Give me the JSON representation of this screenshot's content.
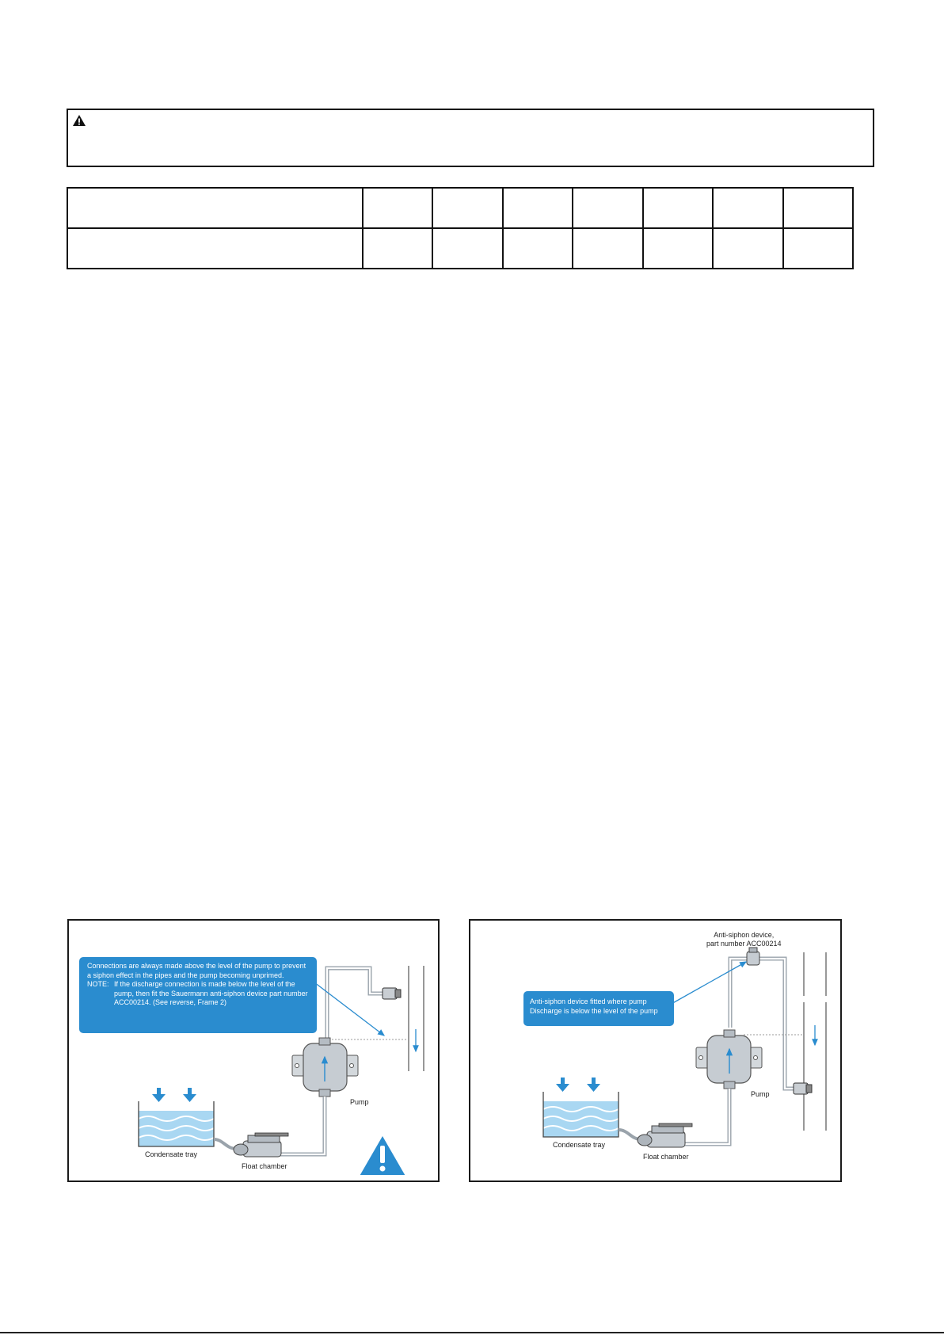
{
  "figures": {
    "left": {
      "callout_main": "Connections are always made above the level of the pump to prevent a siphon effect in the pipes and the pump becoming unprimed.",
      "callout_note_key": "NOTE:",
      "callout_note_text": "If the discharge connection is made below the level of the pump, then fit the Sauermann anti-siphon device part number ACC00214. (See reverse, Frame 2)",
      "label_pump": "Pump",
      "label_tray": "Condensate tray",
      "label_float": "Float chamber",
      "warning_icon": "exclamation-triangle-icon",
      "accent_color": "#2a8ccf"
    },
    "right": {
      "callout": "Anti-siphon device fitted where pump Discharge is below the level of the pump",
      "label_device_line1": "Anti-siphon device,",
      "label_device_line2": "part number ACC00214",
      "label_pump": "Pump",
      "label_tray": "Condensate tray",
      "label_float": "Float chamber",
      "accent_color": "#2a8ccf"
    }
  },
  "icons": {
    "warning_box": "warning-triangle-icon"
  }
}
